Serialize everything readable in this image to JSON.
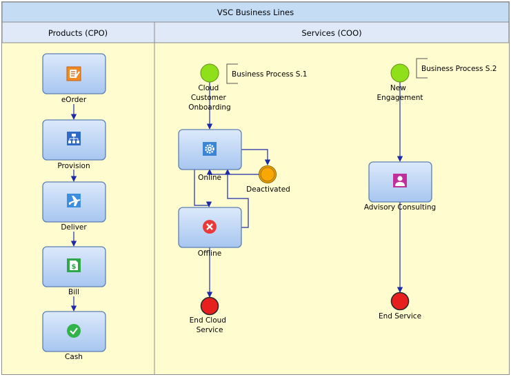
{
  "title": "VSC Business Lines",
  "lanes": {
    "products": "Products (CPO)",
    "services": "Services (COO)"
  },
  "tasks": {
    "eorder": "eOrder",
    "provision": "Provision",
    "deliver": "Deliver",
    "bill": "Bill",
    "cash": "Cash",
    "online": "Online",
    "offline": "Offline",
    "advisory": "Advisory Consulting"
  },
  "events": {
    "cloud_start": [
      "Cloud",
      "Customer",
      "Onboarding"
    ],
    "new_start": [
      "New",
      "Engagement"
    ],
    "deactivated": "Deactivated",
    "end_cloud": [
      "End Cloud",
      "Service"
    ],
    "end_service": "End Service"
  },
  "annotations": {
    "bp1": "Business Process S.1",
    "bp2": "Business Process S.2"
  },
  "colors": {
    "header_bg": "#c5dcf5",
    "lane_bg": "#fffccf",
    "task_fill": "#b9d3f5",
    "task_border": "#5b7fb4",
    "start_event": "#8fe01a",
    "intermediate_event": "#f8a800",
    "end_event": "#e81f1f",
    "flow": "#1c2aa8"
  },
  "icons": {
    "eorder": "order-form-icon",
    "provision": "hierarchy-icon",
    "deliver": "airplane-icon",
    "bill": "bill-document-icon",
    "cash": "checkmark-icon",
    "online": "gear-icon",
    "offline": "error-x-icon",
    "advisory": "person-icon"
  }
}
